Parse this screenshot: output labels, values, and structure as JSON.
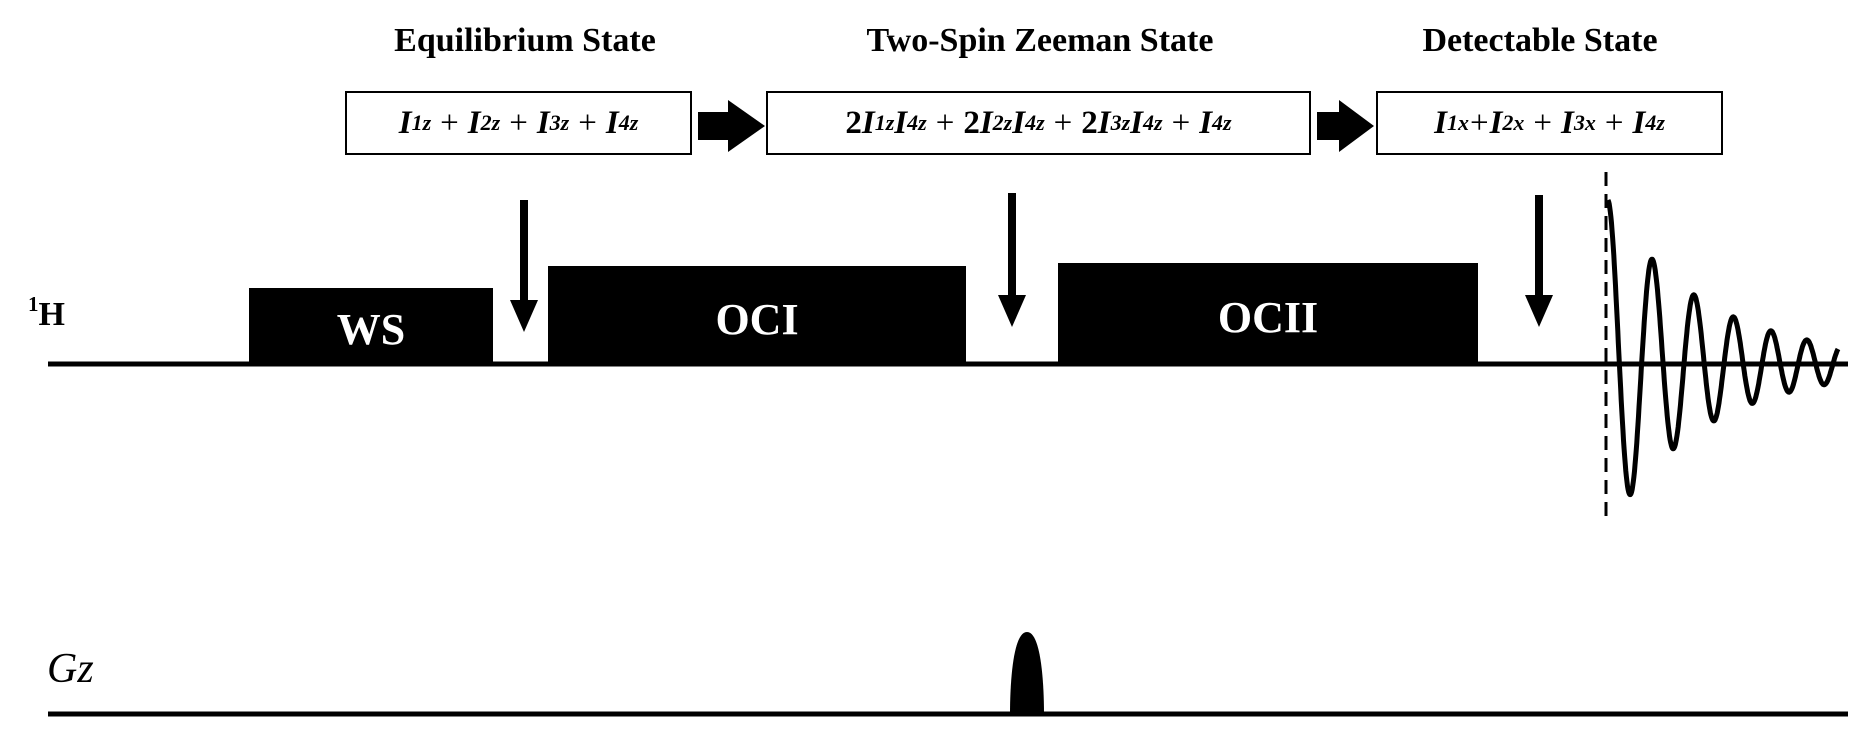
{
  "states": [
    {
      "title": "Equilibrium State",
      "terms": [
        {
          "sym": "I",
          "sub": "1z"
        },
        {
          "op": "+"
        },
        {
          "sym": "I",
          "sub": "2z"
        },
        {
          "op": "+"
        },
        {
          "sym": "I",
          "sub": "3z"
        },
        {
          "op": "+"
        },
        {
          "sym": "I",
          "sub": "4z"
        }
      ]
    },
    {
      "title": "Two-Spin Zeeman State",
      "terms": [
        {
          "coef": "2"
        },
        {
          "sym": "I",
          "sub": "1z"
        },
        {
          "sym": "I",
          "sub": "4z"
        },
        {
          "op": "+"
        },
        {
          "coef": "2"
        },
        {
          "sym": "I",
          "sub": "2z"
        },
        {
          "sym": "I",
          "sub": "4z"
        },
        {
          "op": "+"
        },
        {
          "coef": "2"
        },
        {
          "sym": "I",
          "sub": "3z"
        },
        {
          "sym": "I",
          "sub": "4z"
        },
        {
          "op": "+"
        },
        {
          "sym": "I",
          "sub": "4z"
        }
      ]
    },
    {
      "title": "Detectable State",
      "terms": [
        {
          "sym": "I",
          "sub": "1x"
        },
        {
          "op": "+",
          "tight": true
        },
        {
          "sym": "I",
          "sub": "2x"
        },
        {
          "op": "+"
        },
        {
          "sym": "I",
          "sub": "3x"
        },
        {
          "op": "+"
        },
        {
          "sym": "I",
          "sub": "4z"
        }
      ]
    }
  ],
  "channels": {
    "proton": {
      "sup": "1",
      "label": "H"
    },
    "gradient": {
      "label": "Gz"
    }
  },
  "blocks": [
    {
      "label": "WS"
    },
    {
      "label": "OCI"
    },
    {
      "label": "OCII"
    }
  ]
}
